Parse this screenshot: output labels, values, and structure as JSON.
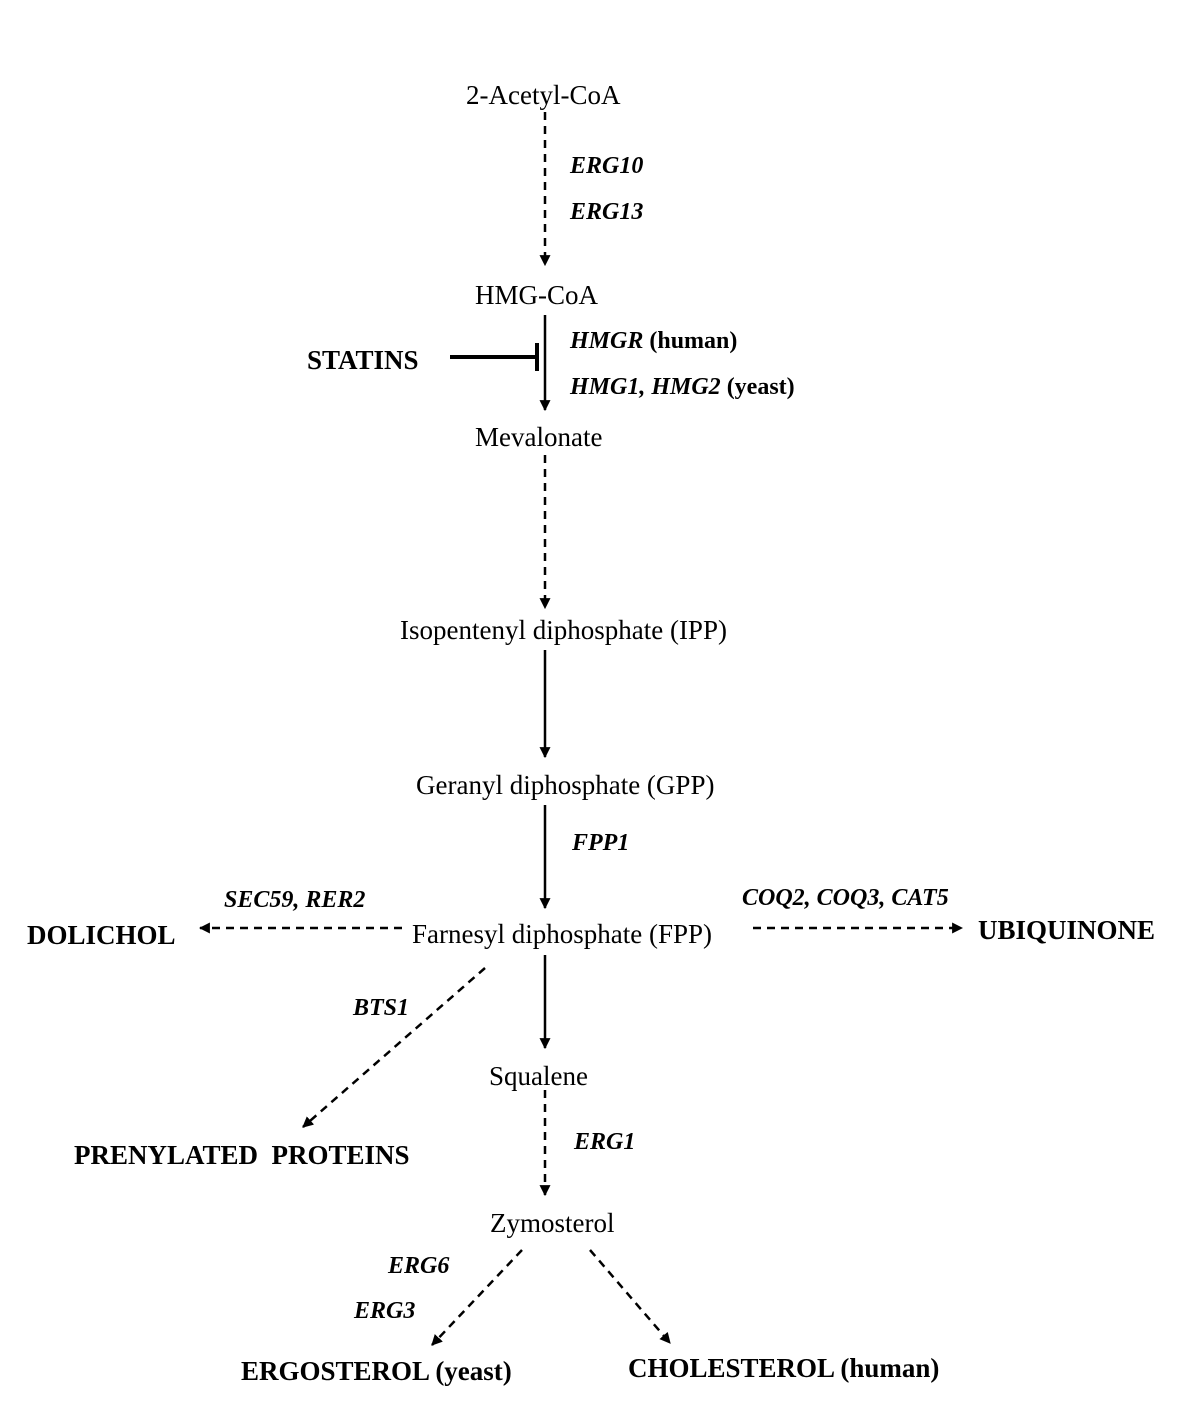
{
  "metabolites": {
    "acetyl_coa": "2-Acetyl-CoA",
    "hmg_coa": "HMG-CoA",
    "mevalonate": "Mevalonate",
    "ipp": "Isopentenyl diphosphate (IPP)",
    "gpp": "Geranyl diphosphate (GPP)",
    "fpp": "Farnesyl diphosphate (FPP)",
    "squalene": "Squalene",
    "zymosterol": "Zymosterol"
  },
  "genes": {
    "erg10": "ERG10",
    "erg13": "ERG13",
    "hmgr": "HMGR",
    "hmgr_note": "(human)",
    "hmg12": "HMG1, HMG2",
    "hmg12_note": "(yeast)",
    "fpp1": "FPP1",
    "sec59_rer2": "SEC59, RER2",
    "coq": "COQ2, COQ3, CAT5",
    "bts1": "BTS1",
    "erg1": "ERG1",
    "erg6": "ERG6",
    "erg3": "ERG3"
  },
  "products": {
    "statins": "STATINS",
    "dolichol": "DOLICHOL",
    "ubiquinone": "UBIQUINONE",
    "prenylated": "PRENYLATED  PROTEINS",
    "ergosterol": "ERGOSTEROL (yeast)",
    "cholesterol": "CHOLESTEROL (human)"
  },
  "colors": {
    "line": "#000000",
    "background": "#ffffff"
  }
}
